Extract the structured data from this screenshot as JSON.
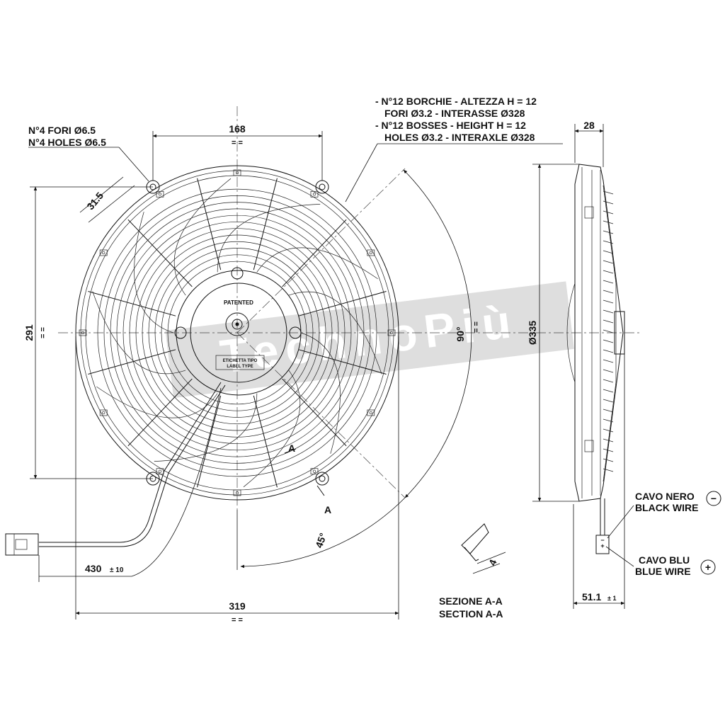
{
  "notes": {
    "holes_it": "N°4 FORI Ø6.5",
    "holes_en": "N°4 HOLES Ø6.5",
    "bosses_it_1": "- N°12 BORCHIE - ALTEZZA H = 12",
    "bosses_it_2": "FORI Ø3.2 - INTERASSE Ø328",
    "bosses_en_1": "- N°12 BOSSES - HEIGHT H = 12",
    "bosses_en_2": "HOLES Ø3.2 - INTERAXLE Ø328"
  },
  "dimensions": {
    "top_width": "168",
    "left_width": "31.5",
    "height": "291",
    "bottom_width": "319",
    "cable_length": "430",
    "cable_tol": "± 10",
    "side_depth": "28",
    "side_diameter": "Ø335",
    "side_total": "51.1",
    "side_total_tol": "± 1",
    "angle_90": "90°",
    "angle_45": "45°",
    "section_depth": "4"
  },
  "labels": {
    "section_mark": "A",
    "patented": "PATENTED",
    "etichetta_1": "ETICHETTA TIPO",
    "etichetta_2": "LABEL TYPE",
    "section_it": "SEZIONE A-A",
    "section_en": "SECTION A-A",
    "black_it": "CAVO NERO",
    "black_en": "BLACK WIRE",
    "blue_it": "CAVO BLU",
    "blue_en": "BLUE WIRE",
    "minus": "−",
    "plus": "+",
    "watermark": "TechnoPiù"
  }
}
